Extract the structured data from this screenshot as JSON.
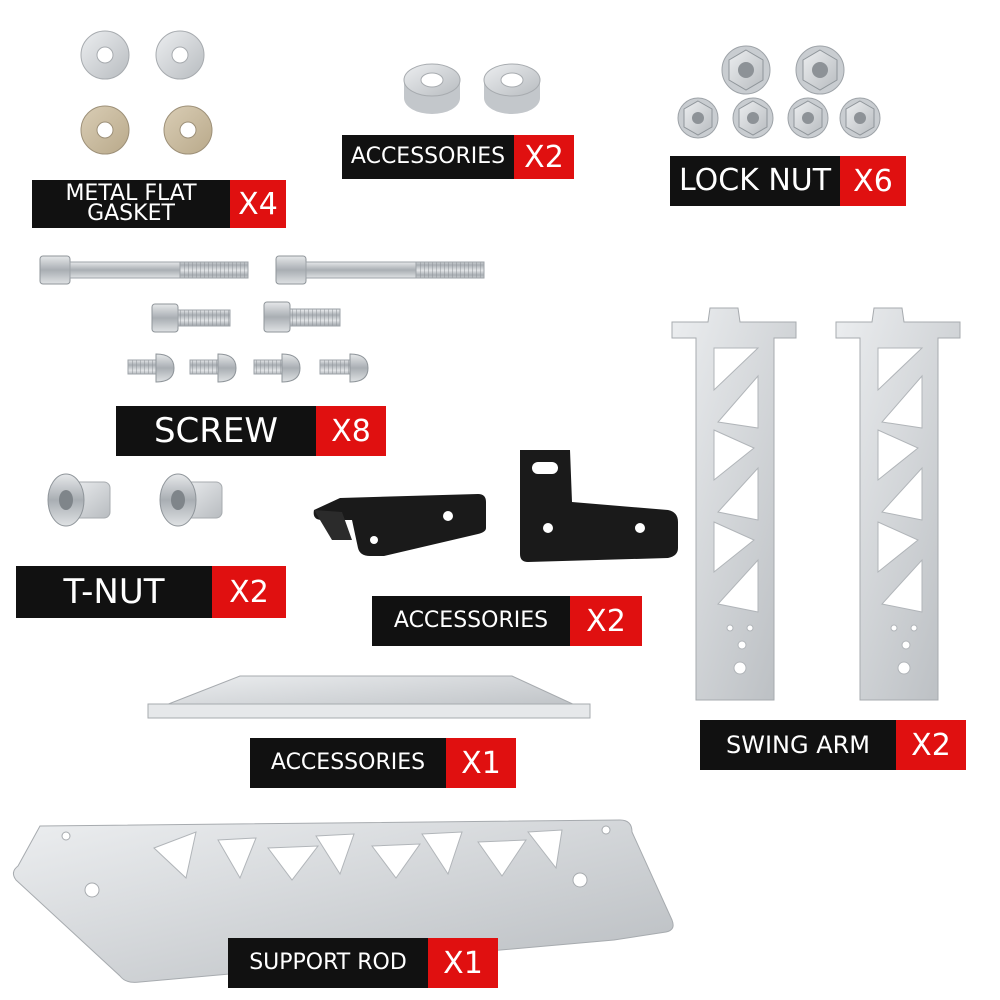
{
  "labels": {
    "metal_flat_gasket": {
      "name_line1": "METAL FLAT",
      "name_line2": "GASKET",
      "qty": "X4"
    },
    "accessories_spacer": {
      "name": "ACCESSORIES",
      "qty": "X2"
    },
    "lock_nut": {
      "name": "LOCK NUT",
      "qty": "X6"
    },
    "screw": {
      "name": "SCREW",
      "qty": "X8"
    },
    "t_nut": {
      "name": "T-NUT",
      "qty": "X2"
    },
    "accessories_bracket": {
      "name": "ACCESSORIES",
      "qty": "X2"
    },
    "accessories_bar": {
      "name": "ACCESSORIES",
      "qty": "X1"
    },
    "swing_arm": {
      "name": "SWING ARM",
      "qty": "X2"
    },
    "support_rod": {
      "name": "SUPPORT ROD",
      "qty": "X1"
    }
  },
  "colors": {
    "label_bg": "#111111",
    "qty_bg": "#e01010",
    "label_text": "#ffffff",
    "metal": "#d8dadc",
    "bracket": "#1a1a1a"
  },
  "icons": {
    "flat-washer": "flat-washer-icon",
    "spacer": "spacer-icon",
    "flange-nut": "flange-nut-icon",
    "bolt": "bolt-icon",
    "t-nut": "t-nut-icon",
    "bracket": "bracket-icon",
    "swing-arm": "swing-arm-icon",
    "support-rod": "support-rod-icon"
  }
}
